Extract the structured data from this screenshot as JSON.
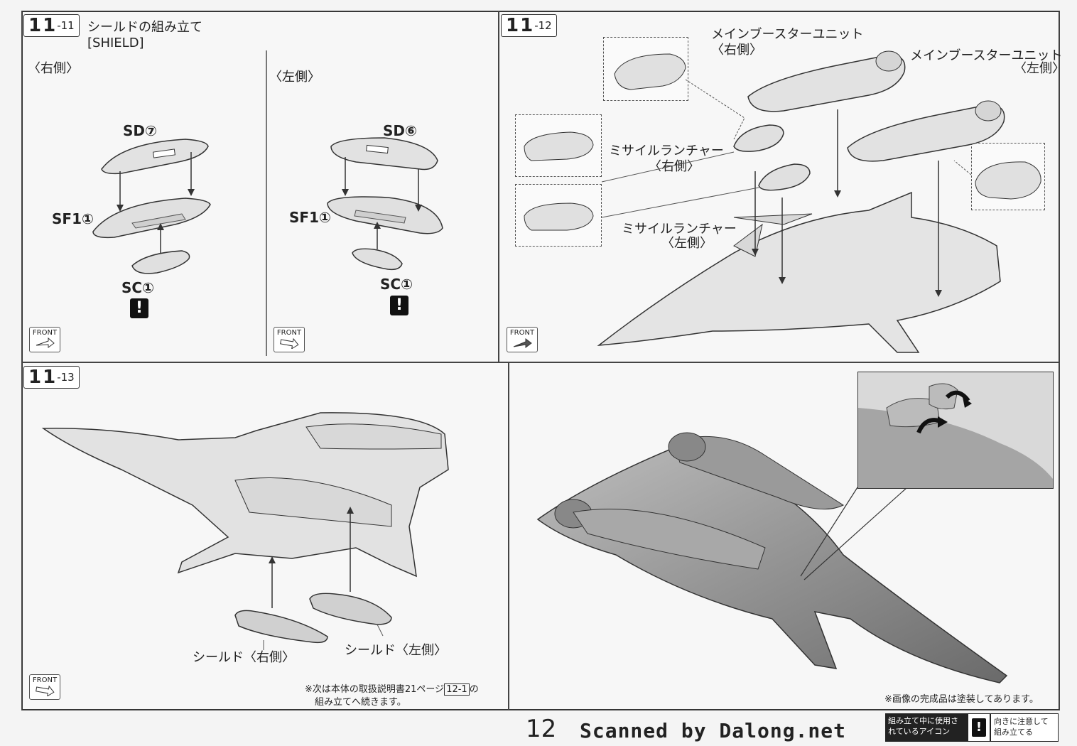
{
  "steps": {
    "s11": {
      "num_big": "11",
      "num_small": "-11",
      "title": "シールドの組み立て",
      "subtitle": "[SHIELD]",
      "right_side": "〈右側〉",
      "left_side": "〈左側〉",
      "right_parts": {
        "top": "SD⑦",
        "middle": "SF1①",
        "bottom": "SC①"
      },
      "left_parts": {
        "top": "SD⑥",
        "middle": "SF1①",
        "bottom": "SC①"
      }
    },
    "s12": {
      "num_big": "11",
      "num_small": "-12",
      "booster_right": "メインブースターユニット",
      "booster_right_side": "〈右側〉",
      "booster_left": "メインブースターユニット",
      "booster_left_side": "〈左側〉",
      "launcher_right": "ミサイルランチャー",
      "launcher_right_side": "〈右側〉",
      "launcher_left": "ミサイルランチャー",
      "launcher_left_side": "〈左側〉"
    },
    "s13": {
      "num_big": "11",
      "num_small": "-13",
      "shield_right": "シールド〈右側〉",
      "shield_left": "シールド〈左側〉",
      "note_line1": "※次は本体の取扱説明書21ページ",
      "note_ref": "12-1",
      "note_tail": "の",
      "note_line2": "組み立てへ続きます。"
    },
    "s14": {
      "painted_note": "※画像の完成品は塗装してあります。"
    }
  },
  "front_label": "FRONT",
  "warn_glyph": "!",
  "page_number": "12",
  "scanned_by": "Scanned by Dalong.net",
  "legend": {
    "used_icon": "組み立て中に使用されているアイコン",
    "orientation": "向きに注意して組み立てる"
  }
}
